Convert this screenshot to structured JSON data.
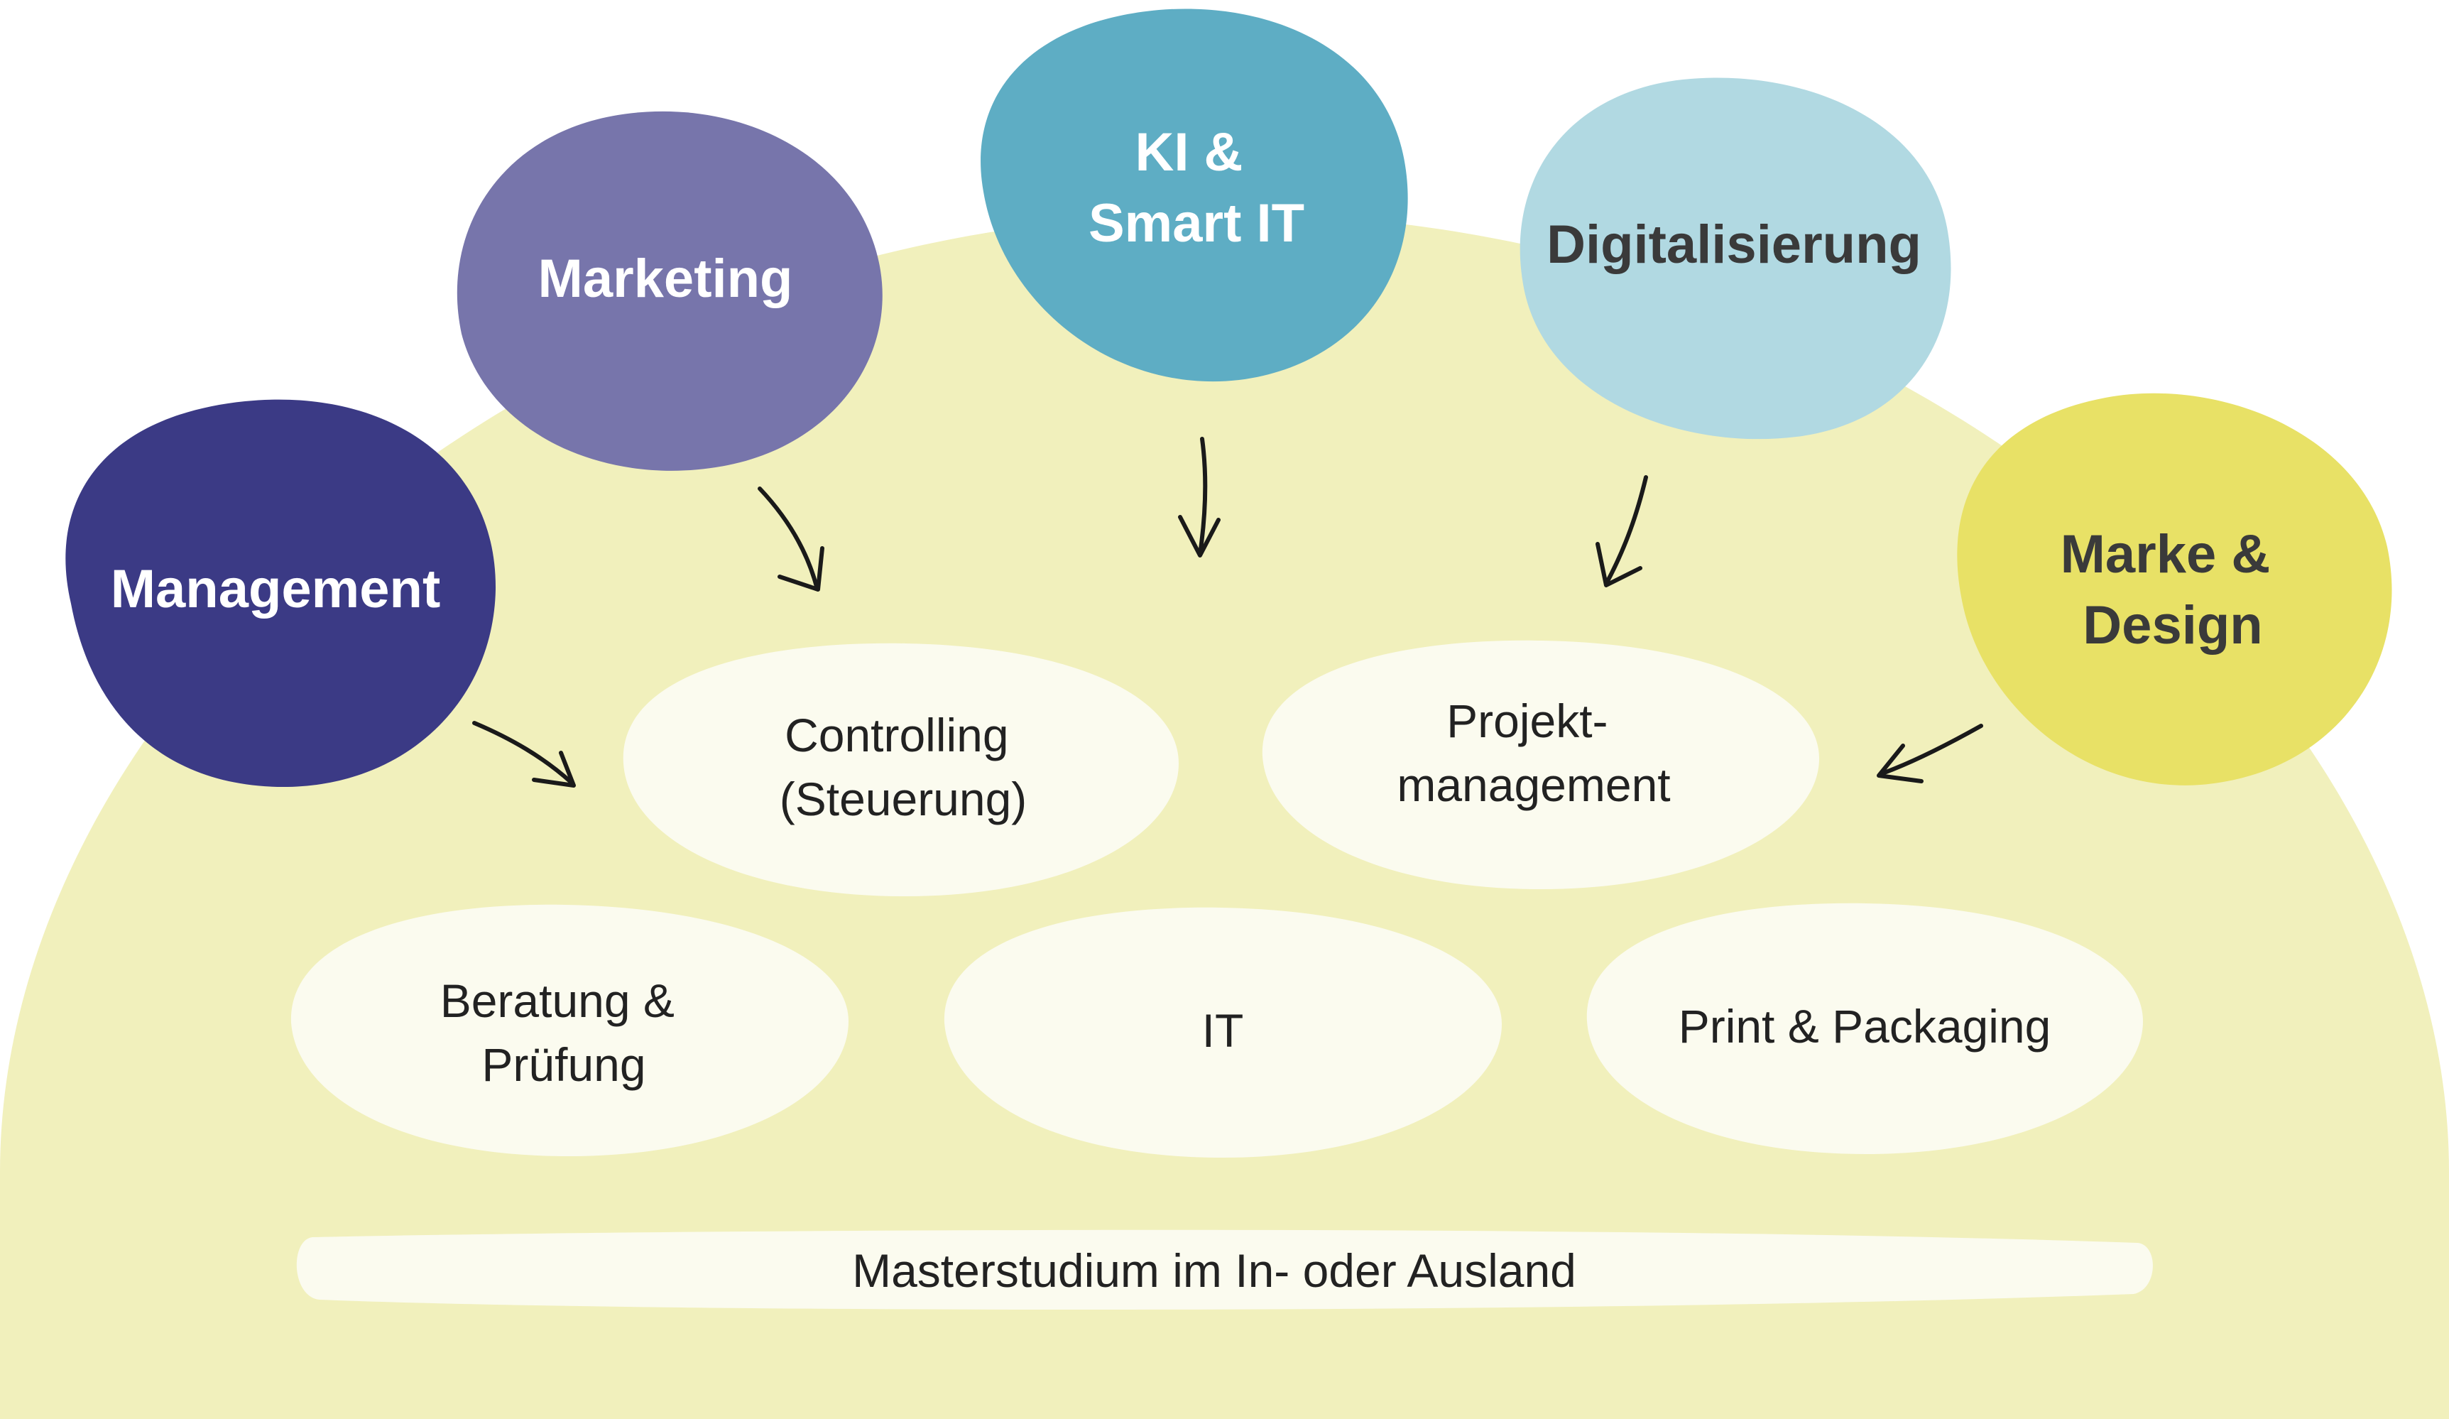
{
  "colors": {
    "background_dome": "#f1f0bc",
    "field_fill": "#fbfbef",
    "field_text": "#222222",
    "arrow": "#1a1a1a"
  },
  "topics": [
    {
      "id": "management",
      "lines": [
        "Management"
      ],
      "fill": "#3b3a85",
      "text_color": "#ffffff"
    },
    {
      "id": "marketing",
      "lines": [
        "Marketing"
      ],
      "fill": "#7775ab",
      "text_color": "#ffffff"
    },
    {
      "id": "ki-smart-it",
      "lines": [
        "KI &",
        "Smart IT"
      ],
      "fill": "#5eadc4",
      "text_color": "#ffffff"
    },
    {
      "id": "digitalisierung",
      "lines": [
        "Digitalisierung"
      ],
      "fill": "#b1d9e2",
      "text_color": "#3a3a3a"
    },
    {
      "id": "marke-design",
      "lines": [
        "Marke &",
        "Design"
      ],
      "fill": "#e8e166",
      "text_color": "#3a3a3a"
    }
  ],
  "fields": [
    {
      "id": "controlling",
      "lines": [
        "Controlling",
        "(Steuerung)"
      ]
    },
    {
      "id": "projektmanagement",
      "lines": [
        "Projekt-",
        "management"
      ]
    },
    {
      "id": "beratung-pruefung",
      "lines": [
        "Beratung &",
        "Prüfung"
      ]
    },
    {
      "id": "it",
      "lines": [
        "IT"
      ]
    },
    {
      "id": "print-packaging",
      "lines": [
        "Print & Packaging"
      ]
    }
  ],
  "footer": {
    "id": "masterstudium",
    "lines": [
      "Masterstudium im In- oder Ausland"
    ]
  }
}
